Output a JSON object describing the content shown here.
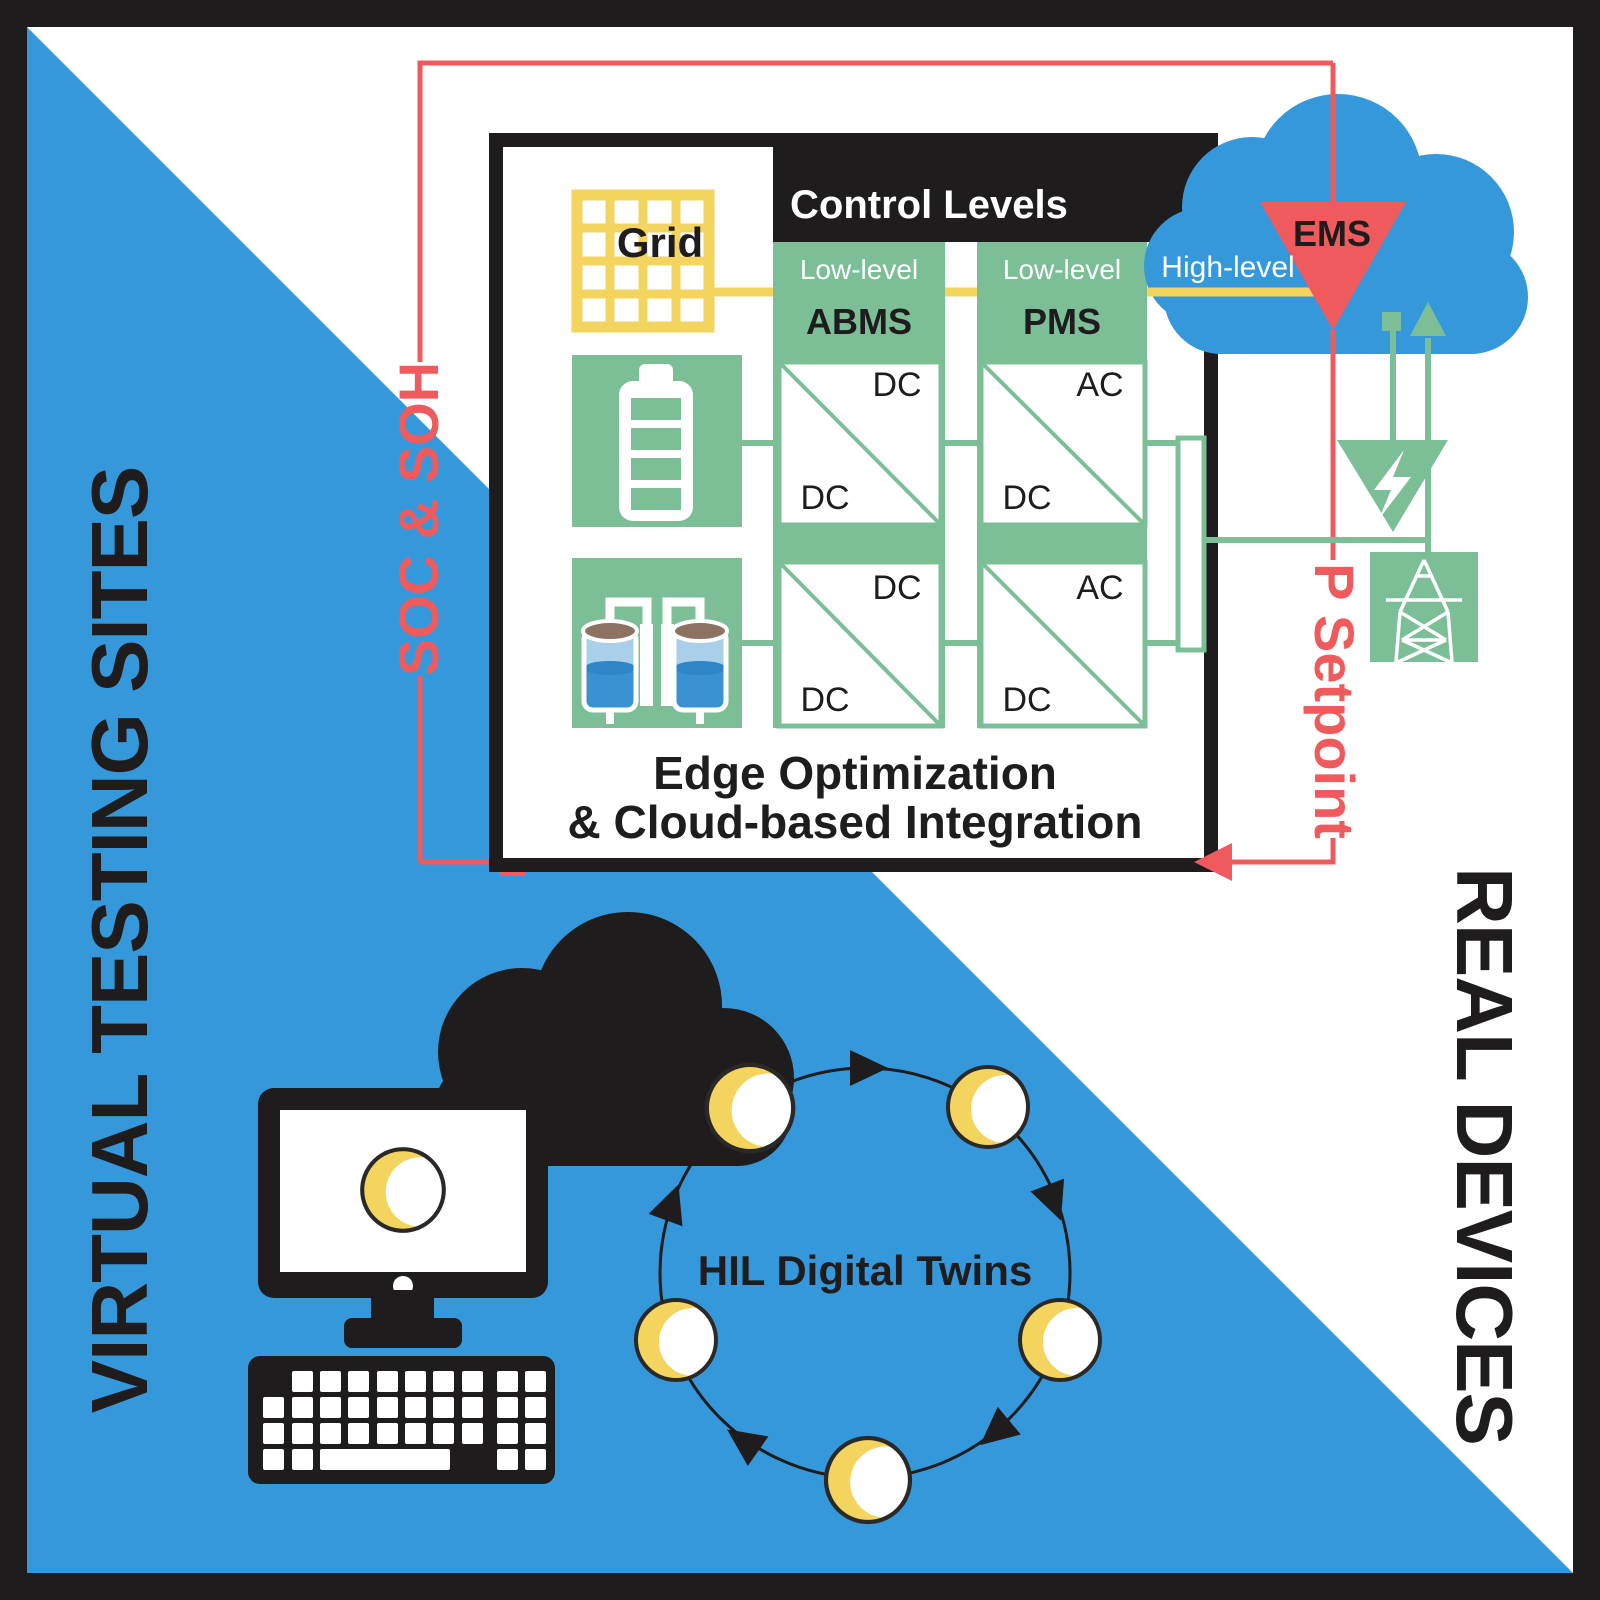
{
  "side_labels": {
    "left": "VIRTUAL TESTING SITES",
    "right": "REAL DEVICES"
  },
  "signals": {
    "soc_soh": "SOC & SOH",
    "p_setpoint": "P Setpoint"
  },
  "control_box": {
    "header": "Control Levels",
    "grid_label": "Grid",
    "abms_level": "Low-level",
    "abms_name": "ABMS",
    "pms_level": "Low-level",
    "pms_name": "PMS",
    "caption_line1": "Edge Optimization",
    "caption_line2": "& Cloud-based Integration",
    "converters": [
      {
        "top_right": "DC",
        "bottom_left": "DC"
      },
      {
        "top_right": "AC",
        "bottom_left": "DC"
      },
      {
        "top_right": "DC",
        "bottom_left": "DC"
      },
      {
        "top_right": "AC",
        "bottom_left": "DC"
      }
    ]
  },
  "ems": {
    "label": "EMS",
    "level": "High-level"
  },
  "hil": {
    "label": "HIL Digital Twins"
  },
  "colors": {
    "blue": "#3498db",
    "green": "#7cbf97",
    "yellow": "#f2d45f",
    "red": "#ef5b5c",
    "ink": "#1e1c1c",
    "liquid_blue": "#3a92d2",
    "liquid_light": "#a9cfe9",
    "cap_brown": "#8b7263"
  }
}
